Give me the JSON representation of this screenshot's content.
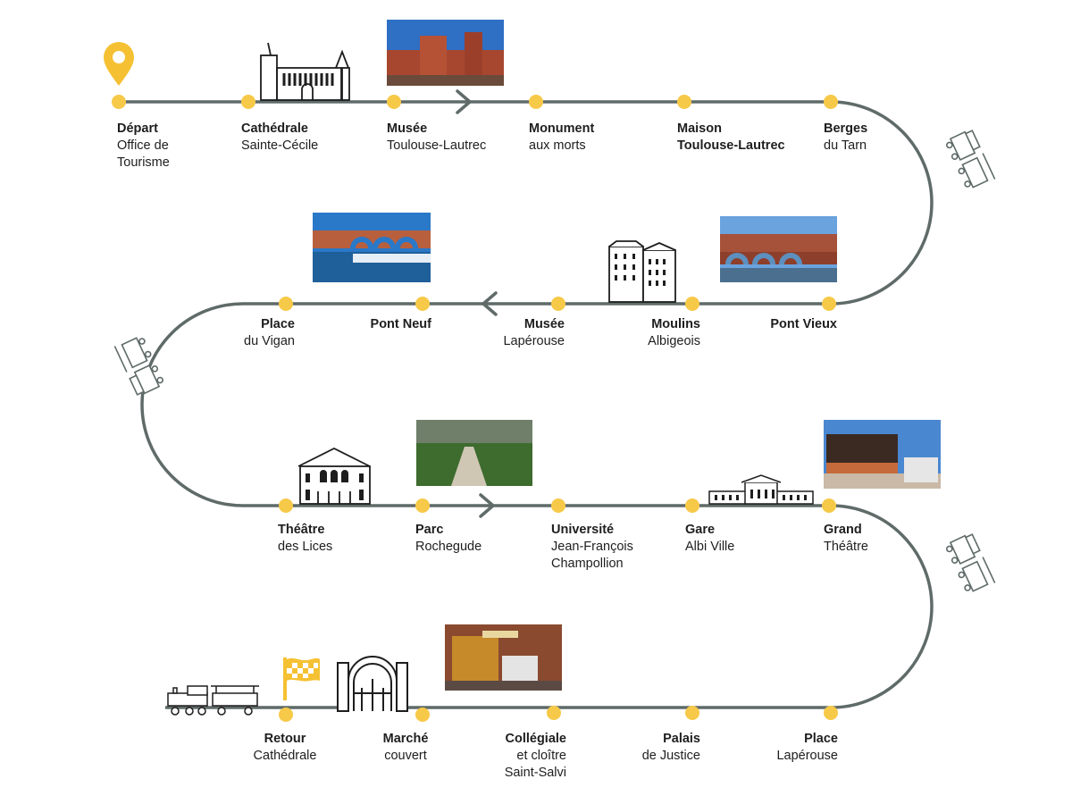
{
  "colors": {
    "track": "#5f6b69",
    "dot": "#f7c948",
    "pin": "#f5c133",
    "flag": "#f5c133",
    "ink": "#1e1e1e"
  },
  "stops": [
    {
      "id": "depart",
      "line1": "Départ",
      "line2": "Office de",
      "line3": "Tourisme"
    },
    {
      "id": "cathedrale",
      "line1": "Cathédrale",
      "line2": "Sainte-Cécile"
    },
    {
      "id": "musee-tl",
      "line1": "Musée",
      "line2": "Toulouse-Lautrec"
    },
    {
      "id": "monument",
      "line1": "Monument",
      "line2": "aux morts"
    },
    {
      "id": "maison-tl",
      "line1": "Maison",
      "line2": "Toulouse-Lautrec",
      "line2_bold": true
    },
    {
      "id": "berges",
      "line1": "Berges",
      "line2": "du Tarn"
    },
    {
      "id": "pont-vieux",
      "line1": "Pont Vieux"
    },
    {
      "id": "moulins",
      "line1": "Moulins",
      "line2": "Albigeois"
    },
    {
      "id": "musee-laperouse",
      "line1": "Musée",
      "line2": "Lapérouse"
    },
    {
      "id": "pont-neuf",
      "line1": "Pont Neuf"
    },
    {
      "id": "vigan",
      "line1": "Place",
      "line2": "du Vigan"
    },
    {
      "id": "theatre-lices",
      "line1": "Théâtre",
      "line2": "des Lices"
    },
    {
      "id": "rochegude",
      "line1": "Parc",
      "line2": "Rochegude"
    },
    {
      "id": "universite",
      "line1": "Université",
      "line2": "Jean-François",
      "line3": "Champollion"
    },
    {
      "id": "gare",
      "line1": "Gare",
      "line2": "Albi Ville"
    },
    {
      "id": "grand-theatre",
      "line1": "Grand",
      "line2": "Théâtre"
    },
    {
      "id": "place-laperouse",
      "line1": "Place",
      "line2": "Lapérouse"
    },
    {
      "id": "palais",
      "line1": "Palais",
      "line2": "de Justice"
    },
    {
      "id": "collegiale",
      "line1": "Collégiale",
      "line2": "et cloître",
      "line3": "Saint-Salvi"
    },
    {
      "id": "marche",
      "line1": "Marché",
      "line2": "couvert"
    },
    {
      "id": "retour",
      "line1": "Retour",
      "line2": "Cathédrale"
    }
  ],
  "icons": {
    "pin": "location-pin-icon",
    "flag": "checkered-flag-icon",
    "train": "tourist-train-icon"
  }
}
